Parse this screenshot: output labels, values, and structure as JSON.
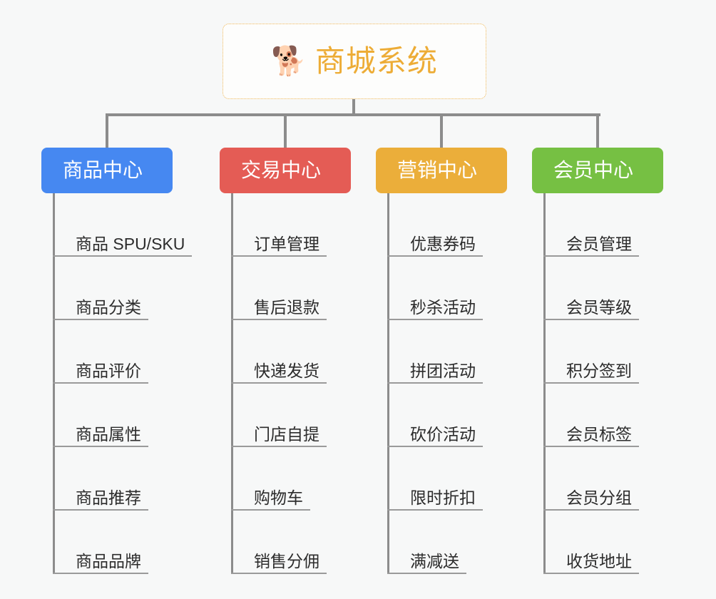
{
  "root": {
    "icon": "shiba-dog-face-emoji",
    "icon_glyph": "🐕",
    "title": "商城系统"
  },
  "colors": {
    "background": "#f7f8f8",
    "root_border": "#f0b95a",
    "root_text": "#edac36",
    "connector": "#8c8c8c",
    "leaf_text": "#2c2c2c",
    "leaf_underline": "#9a9a9a",
    "branch_1": "#4688f1",
    "branch_2": "#e45c55",
    "branch_3": "#ebae3a",
    "branch_4": "#76c043"
  },
  "branches": [
    {
      "label": "商品中心",
      "color": "#4688f1",
      "items": [
        {
          "label": "商品 SPU/SKU"
        },
        {
          "label": "商品分类"
        },
        {
          "label": "商品评价"
        },
        {
          "label": "商品属性"
        },
        {
          "label": "商品推荐"
        },
        {
          "label": "商品品牌"
        }
      ]
    },
    {
      "label": "交易中心",
      "color": "#e45c55",
      "items": [
        {
          "label": "订单管理"
        },
        {
          "label": "售后退款"
        },
        {
          "label": "快递发货"
        },
        {
          "label": "门店自提"
        },
        {
          "label": "购物车"
        },
        {
          "label": "销售分佣"
        }
      ]
    },
    {
      "label": "营销中心",
      "color": "#ebae3a",
      "items": [
        {
          "label": "优惠券码"
        },
        {
          "label": "秒杀活动"
        },
        {
          "label": "拼团活动"
        },
        {
          "label": "砍价活动"
        },
        {
          "label": "限时折扣"
        },
        {
          "label": "满减送"
        }
      ]
    },
    {
      "label": "会员中心",
      "color": "#76c043",
      "items": [
        {
          "label": "会员管理"
        },
        {
          "label": "会员等级"
        },
        {
          "label": "积分签到"
        },
        {
          "label": "会员标签"
        },
        {
          "label": "会员分组"
        },
        {
          "label": "收货地址"
        }
      ]
    }
  ]
}
